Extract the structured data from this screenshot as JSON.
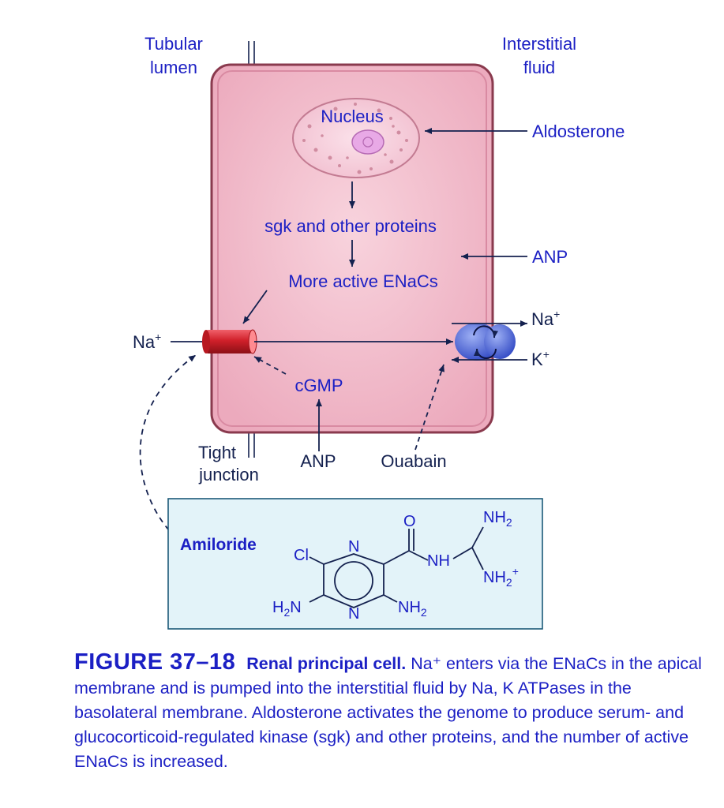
{
  "labels": {
    "tubular_lumen_1": "Tubular",
    "tubular_lumen_2": "lumen",
    "interstitial_1": "Interstitial",
    "interstitial_2": "fluid",
    "nucleus": "Nucleus",
    "aldosterone": "Aldosterone",
    "sgk": "sgk and other proteins",
    "anp_right": "ANP",
    "more_enacs": "More active ENaCs",
    "na_in": "Na",
    "na_out": "Na",
    "k_in": "K",
    "plus": "+",
    "cgmp": "cGMP",
    "tight_1": "Tight",
    "tight_2": "junction",
    "anp_bottom": "ANP",
    "ouabain": "Ouabain"
  },
  "amiloride": {
    "name": "Amiloride",
    "cl": "Cl",
    "n_top": "N",
    "n_bottom": "N",
    "h2n": "H",
    "h2n_sub": "2",
    "h2n_n": "N",
    "nh2_ring": "NH",
    "nh2_ring_sub": "2",
    "o": "O",
    "nh": "NH",
    "nh2_top": "NH",
    "nh2_top_sub": "2",
    "nh2_plus": "NH",
    "nh2_plus_sub": "2",
    "nh2_plus_charge": "+"
  },
  "caption": {
    "figure": "FIGURE 37–18",
    "title": "Renal principal cell.",
    "body": "Na⁺ enters via the ENaCs in the apical membrane and is pumped into the interstitial fluid by Na, K ATPases in the basolateral membrane. Aldosterone activates the genome to produce serum- and glucocorticoid-regulated kinase (sgk) and other proteins, and the number of active ENaCs is increased."
  },
  "colors": {
    "label_blue": "#1b1fc4",
    "arrow_navy": "#14214f",
    "cell_fill": "#f2b8c8",
    "cell_border": "#8a3a4e",
    "channel_red": "#d0202a",
    "pump_blue": "#4a63d8",
    "box_fill": "#e3f3f9"
  }
}
